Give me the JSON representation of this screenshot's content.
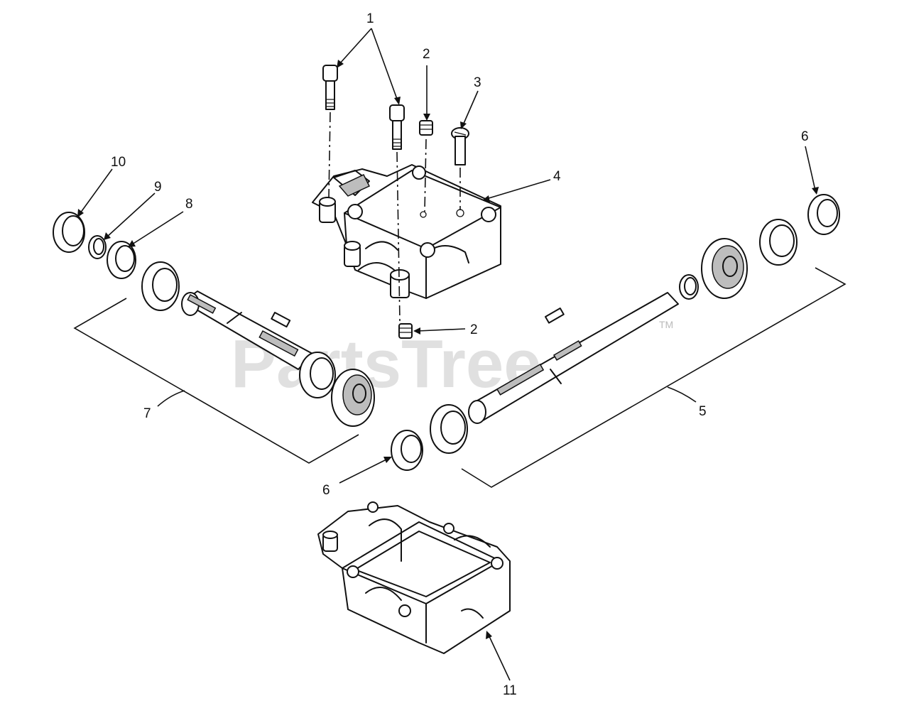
{
  "watermark": "PartsTree",
  "watermark_tm": "TM",
  "callouts": [
    {
      "id": "c1",
      "label": "1"
    },
    {
      "id": "c2a",
      "label": "2"
    },
    {
      "id": "c3",
      "label": "3"
    },
    {
      "id": "c4",
      "label": "4"
    },
    {
      "id": "c5",
      "label": "5"
    },
    {
      "id": "c6a",
      "label": "6"
    },
    {
      "id": "c7",
      "label": "7"
    },
    {
      "id": "c8",
      "label": "8"
    },
    {
      "id": "c9",
      "label": "9"
    },
    {
      "id": "c10",
      "label": "10"
    },
    {
      "id": "c2b",
      "label": "2"
    },
    {
      "id": "c6b",
      "label": "6"
    },
    {
      "id": "c11",
      "label": "11"
    }
  ]
}
